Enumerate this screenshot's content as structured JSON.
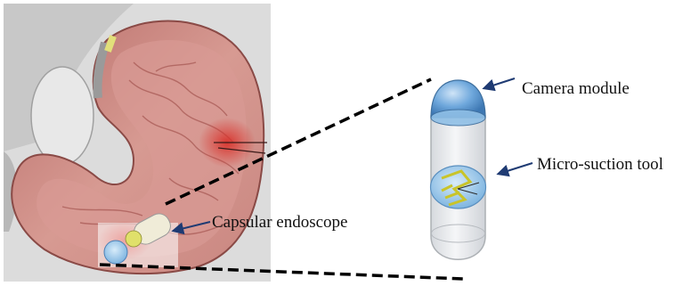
{
  "labels": {
    "camera_module": "Camera module",
    "micro_suction_tool": "Micro-suction tool",
    "capsular_endoscope": "Capsular endoscope"
  },
  "colors": {
    "arrow": "#1f3b73",
    "dashed_line": "#000000",
    "capsule_dome": "#6fa8dc",
    "capsule_body": "#e9ecef",
    "suction_pattern": "#d9d94a",
    "stomach_wall": "#c97a7a",
    "lesion": "#d8332c"
  }
}
